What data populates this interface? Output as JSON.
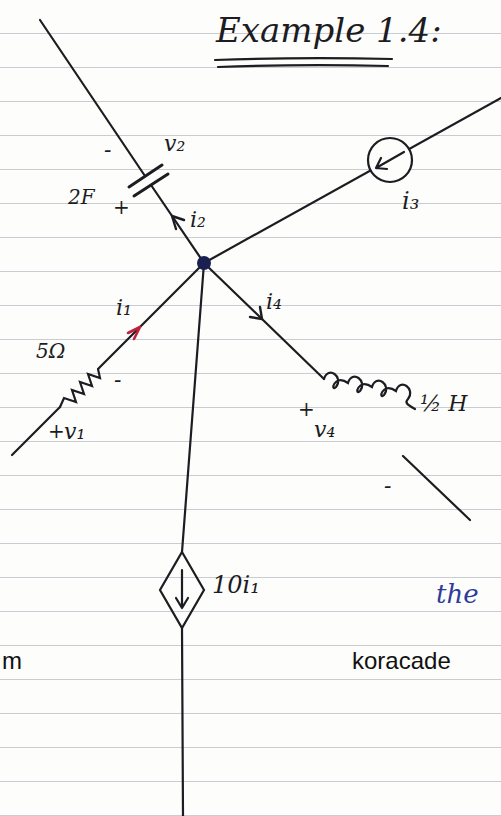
{
  "diagram": {
    "title": "Example 1.4:",
    "labels": [
      "2F",
      "+",
      "-",
      "v₂",
      "i₂",
      "i₃",
      "5Ω",
      "i₁",
      "-",
      "+",
      "v₁",
      "i₄",
      "+",
      "v₄",
      "½ H",
      "-",
      "10i₁",
      "the",
      "m",
      "koracade"
    ]
  }
}
